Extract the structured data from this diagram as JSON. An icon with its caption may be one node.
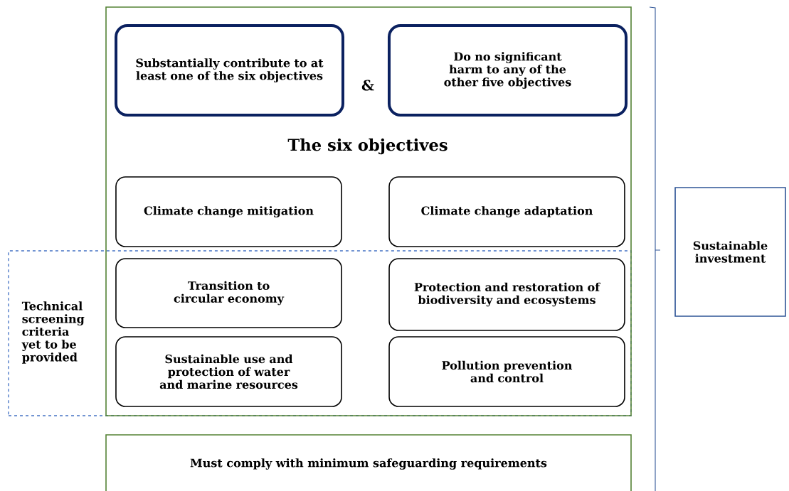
{
  "diagram": {
    "nodes": [
      {
        "text": [
          "The six objectives"
        ]
      },
      {
        "text": [
          "Substantially contribute to at least one of the six objectives"
        ],
        "in": 0
      },
      {
        "text": [
          "Do no significant harm to any of the other five objectives"
        ],
        "in": 0
      },
      {
        "text": [
          "Climate change mitigation"
        ],
        "in": 0
      },
      {
        "text": [
          "Climate change adaptation"
        ],
        "in": 0
      },
      {
        "text": [
          "Transition to circular economy"
        ],
        "in": 9
      },
      {
        "text": [
          "Protection and restoration of biodiversity and ecosystems"
        ],
        "in": 9
      },
      {
        "text": [
          "Sustainable use and protection of water and marine resources"
        ],
        "in": 9
      },
      {
        "text": [
          "Pollution prevention and control"
        ],
        "in": 9
      },
      {
        "text": [
          "Technical screening criteria yet to be provided"
        ]
      },
      {
        "text": [
          "Must comply with minimum safeguarding requirements"
        ]
      },
      {
        "text": [
          "Sustainable investment"
        ]
      }
    ],
    "labels": [
      "&"
    ]
  }
}
